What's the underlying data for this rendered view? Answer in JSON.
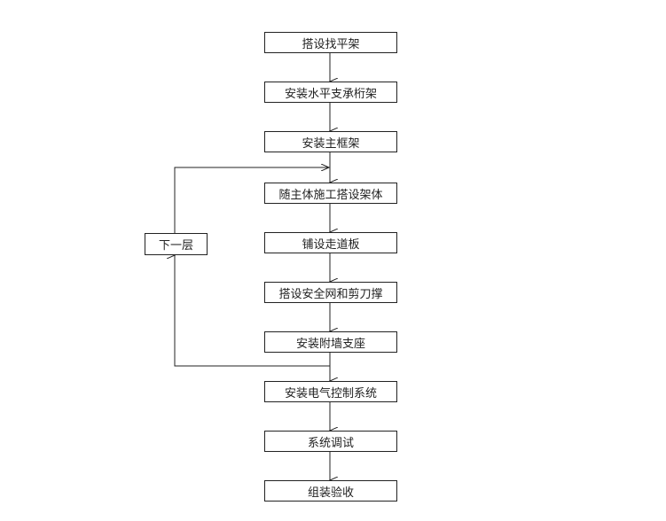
{
  "steps": [
    "搭设找平架",
    "安装水平支承桁架",
    "安装主框架",
    "随主体施工搭设架体",
    "铺设走道板",
    "搭设安全网和剪刀撑",
    "安装附墙支座",
    "安装电气控制系统",
    "系统调试",
    "组装验收"
  ],
  "loop_label": "下一层"
}
